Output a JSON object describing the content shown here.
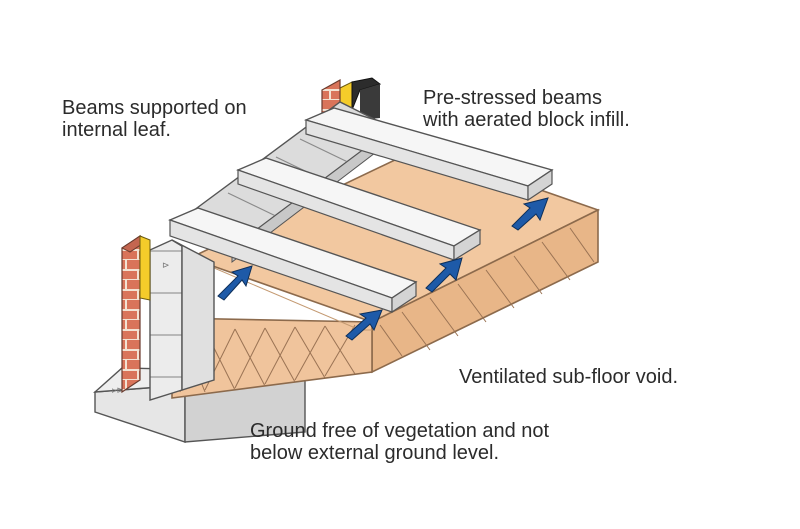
{
  "labels": {
    "beams_supported": {
      "line1": "Beams supported on",
      "line2": "internal leaf."
    },
    "prestressed_beams": {
      "line1": "Pre-stressed beams",
      "line2": "with aerated block infill."
    },
    "ventilated_void": {
      "line1": "Ventilated sub-floor void."
    },
    "ground": {
      "line1": "Ground free of vegetation and not",
      "line2": "below external ground level."
    }
  },
  "colors": {
    "ground_fill": "#f2c8a0",
    "ground_stroke": "#b88a60",
    "brick": "#d9745a",
    "mortar": "#f3e2d2",
    "block": "#e2e2e2",
    "beam": "#f1f1f1",
    "concrete": "#dcdcdc",
    "insulation": "#f4cc2a",
    "membrane": "#2c2c2c",
    "arrow": "#1e5aa8",
    "outline": "#555555"
  }
}
